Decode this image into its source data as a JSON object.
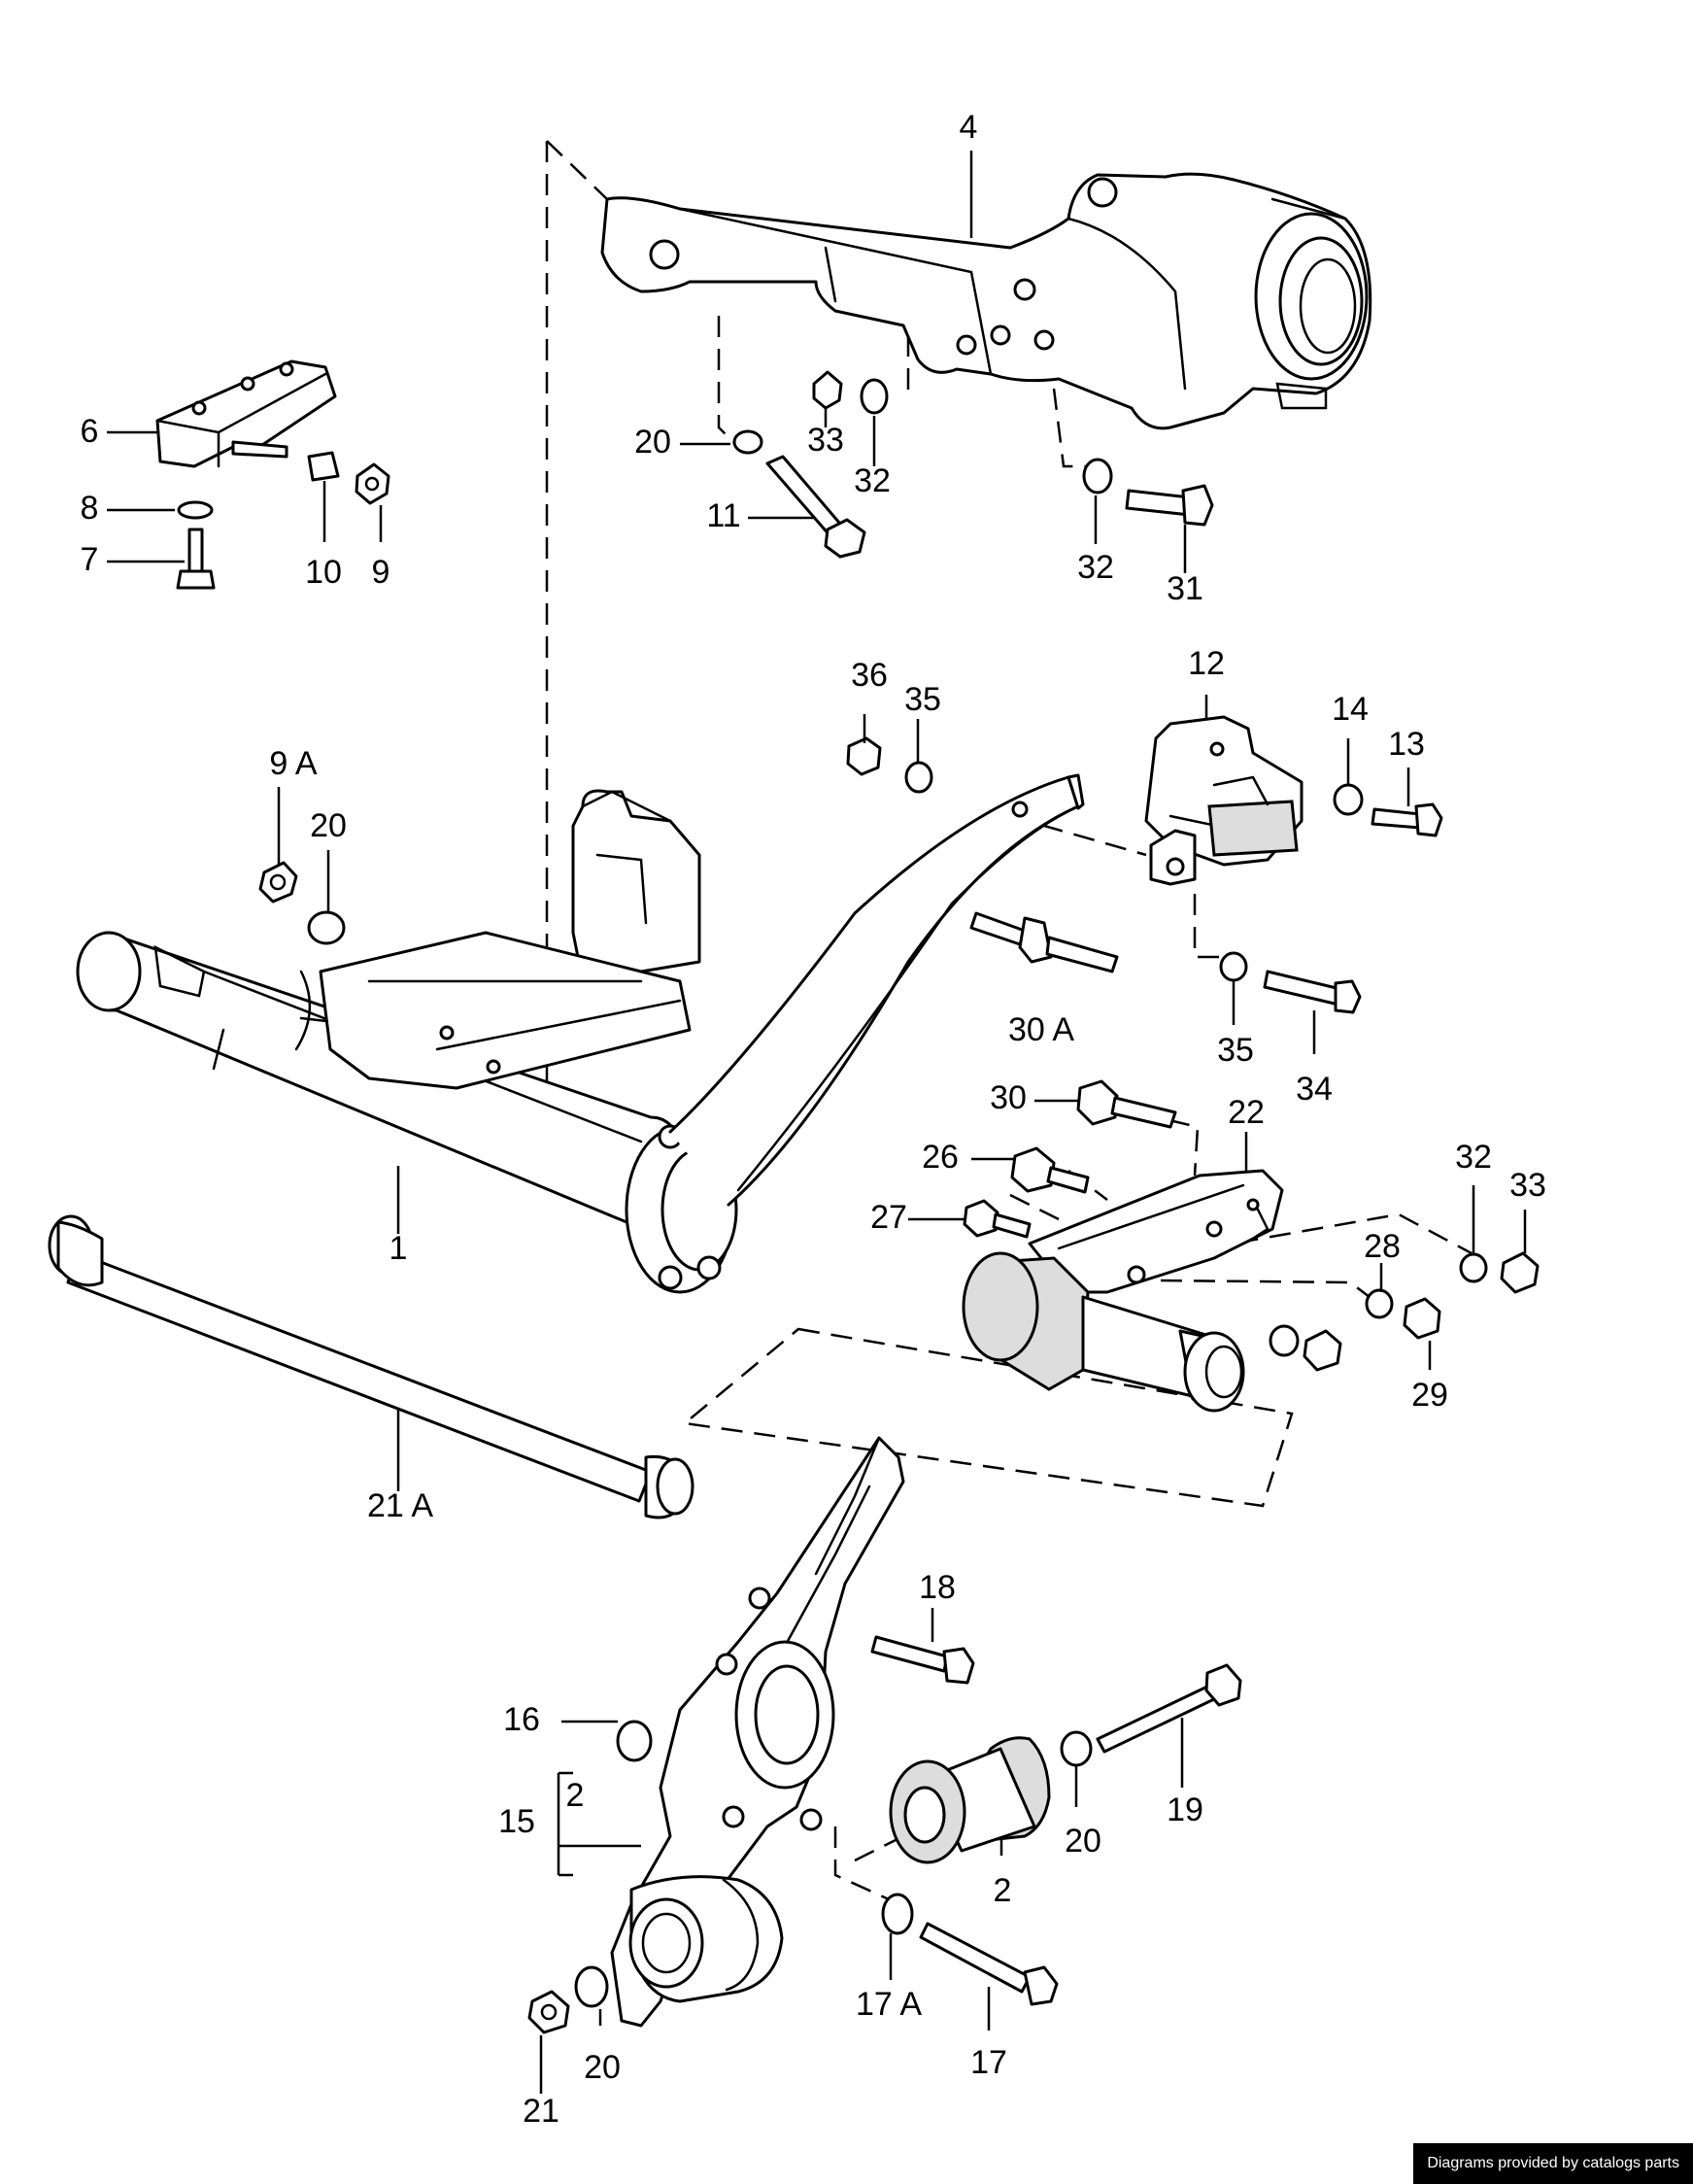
{
  "callouts": [
    {
      "id": "c-4",
      "text": "4"
    },
    {
      "id": "c-6",
      "text": "6"
    },
    {
      "id": "c-8",
      "text": "8"
    },
    {
      "id": "c-7",
      "text": "7"
    },
    {
      "id": "c-10",
      "text": "10"
    },
    {
      "id": "c-9",
      "text": "9"
    },
    {
      "id": "c-20a",
      "text": "20"
    },
    {
      "id": "c-33a",
      "text": "33"
    },
    {
      "id": "c-32a",
      "text": "32"
    },
    {
      "id": "c-11",
      "text": "11"
    },
    {
      "id": "c-32b",
      "text": "32"
    },
    {
      "id": "c-31",
      "text": "31"
    },
    {
      "id": "c-36",
      "text": "36"
    },
    {
      "id": "c-35a",
      "text": "35"
    },
    {
      "id": "c-12",
      "text": "12"
    },
    {
      "id": "c-14",
      "text": "14"
    },
    {
      "id": "c-13",
      "text": "13"
    },
    {
      "id": "c-9A",
      "text": "9 A"
    },
    {
      "id": "c-20b",
      "text": "20"
    },
    {
      "id": "c-30A",
      "text": "30 A"
    },
    {
      "id": "c-35b",
      "text": "35"
    },
    {
      "id": "c-34",
      "text": "34"
    },
    {
      "id": "c-30",
      "text": "30"
    },
    {
      "id": "c-22",
      "text": "22"
    },
    {
      "id": "c-26",
      "text": "26"
    },
    {
      "id": "c-32c",
      "text": "32"
    },
    {
      "id": "c-33b",
      "text": "33"
    },
    {
      "id": "c-27",
      "text": "27"
    },
    {
      "id": "c-28",
      "text": "28"
    },
    {
      "id": "c-29",
      "text": "29"
    },
    {
      "id": "c-1",
      "text": "1"
    },
    {
      "id": "c-21A",
      "text": "21 A"
    },
    {
      "id": "c-18",
      "text": "18"
    },
    {
      "id": "c-16",
      "text": "16"
    },
    {
      "id": "c-19",
      "text": "19"
    },
    {
      "id": "c-15",
      "text": "15"
    },
    {
      "id": "c-15-2",
      "text": "2"
    },
    {
      "id": "c-20c",
      "text": "20"
    },
    {
      "id": "c-2",
      "text": "2"
    },
    {
      "id": "c-17A",
      "text": "17 A"
    },
    {
      "id": "c-17",
      "text": "17"
    },
    {
      "id": "c-21",
      "text": "21"
    },
    {
      "id": "c-20d",
      "text": "20"
    }
  ],
  "credit": "Diagrams provided by catalogs parts"
}
